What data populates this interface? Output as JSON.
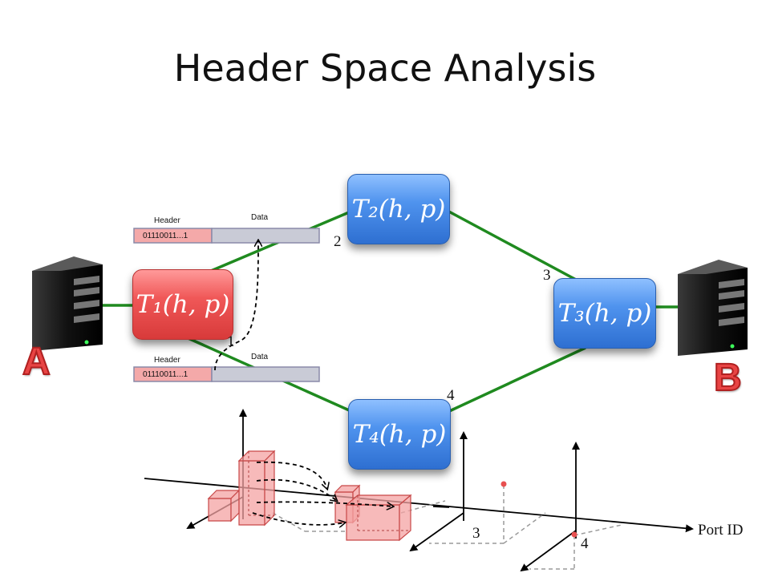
{
  "title": "Header Space Analysis",
  "nodes": {
    "t1": "T₁(h, p)",
    "t2": "T₂(h, p)",
    "t3": "T₃(h, p)",
    "t4": "T₄(h, p)"
  },
  "hosts": {
    "a": "A",
    "b": "B"
  },
  "ports": {
    "p1": "1",
    "p2": "2",
    "p3": "3",
    "p4": "4"
  },
  "packets": [
    {
      "header_label": "Header",
      "data_label": "Data",
      "bits": "01110011...1"
    },
    {
      "header_label": "Header",
      "data_label": "Data",
      "bits": "01110011...1"
    }
  ],
  "header_space": {
    "axis_label": "Port ID",
    "tick_3": "3",
    "tick_4": "4"
  },
  "colors": {
    "link": "#1f8a1f",
    "blue_node": "#4f93ee",
    "red_node": "#f05858",
    "host_letter": "#e84444"
  }
}
